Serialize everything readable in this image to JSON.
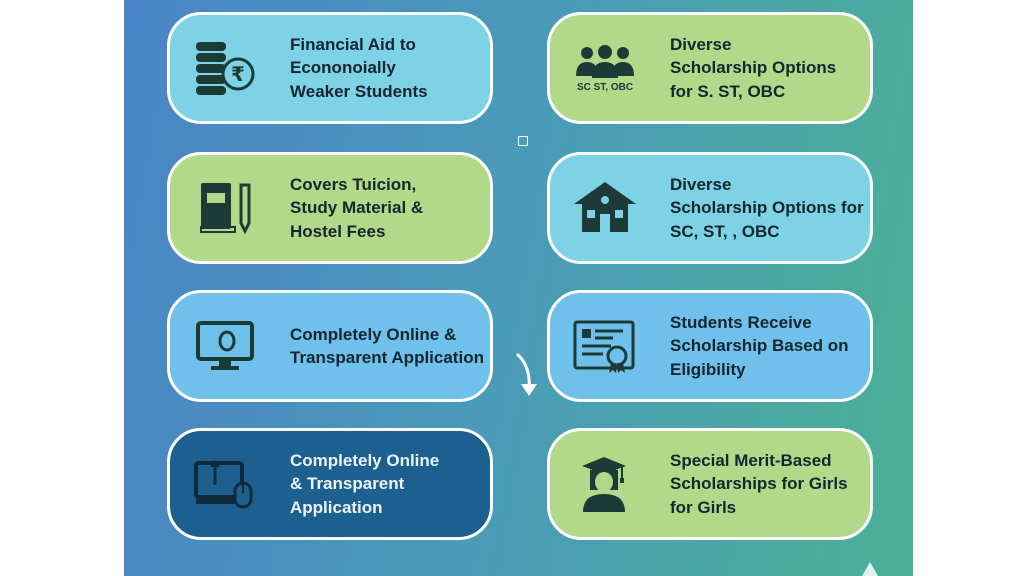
{
  "cards": [
    {
      "text_lines": [
        "Financial Aid to",
        "Econonoially",
        "Weaker Students"
      ],
      "icon": "rupee-coins-icon"
    },
    {
      "text_lines": [
        "Diverse",
        "Scholarship Options",
        "for S. ST, OBC"
      ],
      "icon": "people-group-icon",
      "icon_label": "SC ST, OBC"
    },
    {
      "text_lines": [
        "Covers Tuicion,",
        "Study Material &",
        "Hostel Fees"
      ],
      "icon": "book-pencil-icon"
    },
    {
      "text_lines": [
        "Diverse",
        "Scholarship Options for",
        "SC, ST, , OBC"
      ],
      "icon": "school-building-icon"
    },
    {
      "text_lines": [
        "Completely Online &",
        "Transparent Application"
      ],
      "icon": "computer-monitor-icon"
    },
    {
      "text_lines": [
        "Students Receive",
        "Scholarship Based on",
        "Eligibility"
      ],
      "icon": "certificate-icon"
    },
    {
      "text_lines": [
        "Completely Online",
        "& Transparent",
        "Application"
      ],
      "icon": "computer-mouse-icon"
    },
    {
      "text_lines": [
        "Special Merit-Based",
        "Scholarships for Girls",
        "for Girls"
      ],
      "icon": "graduate-girl-icon"
    }
  ],
  "colors": {
    "cyan": "#7dd2e6",
    "green": "#b2d88a",
    "blue": "#6fc0ea",
    "dark": "#1d5f8f"
  }
}
